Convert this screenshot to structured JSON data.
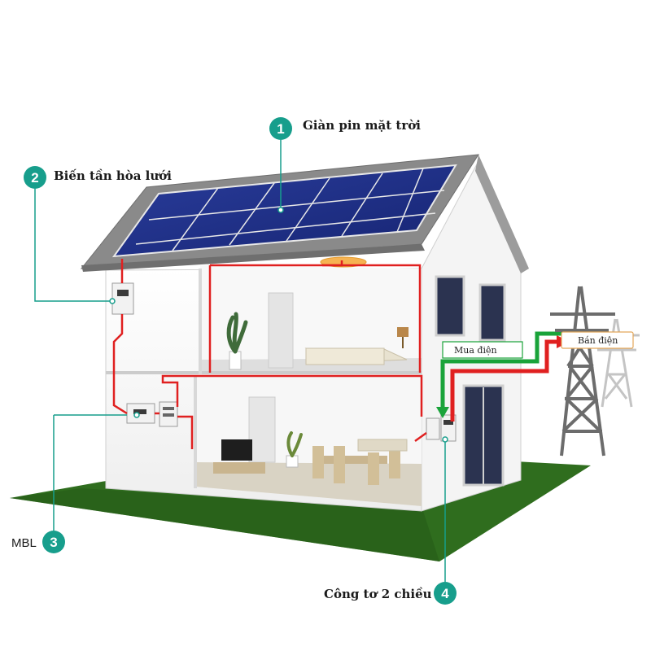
{
  "labels": {
    "solar": {
      "number": "1",
      "text": "Giàn pin mặt trời"
    },
    "inverter": {
      "number": "2",
      "text": "Biến tần hòa lưới"
    },
    "mbl": {
      "number": "3",
      "text": "MBL"
    },
    "meter": {
      "number": "4",
      "text": "Công tơ 2 chiều"
    }
  },
  "flows": {
    "buy": "Mua điện",
    "sell": "Bán điện"
  },
  "colors": {
    "badge": "#179e8c",
    "leader": "#179e8c",
    "wire": "#e02020",
    "buy_arrow": "#1aa33a",
    "sell_arrow": "#e02020",
    "ground": "#2f6d1e",
    "panel": "#1e2f86"
  }
}
